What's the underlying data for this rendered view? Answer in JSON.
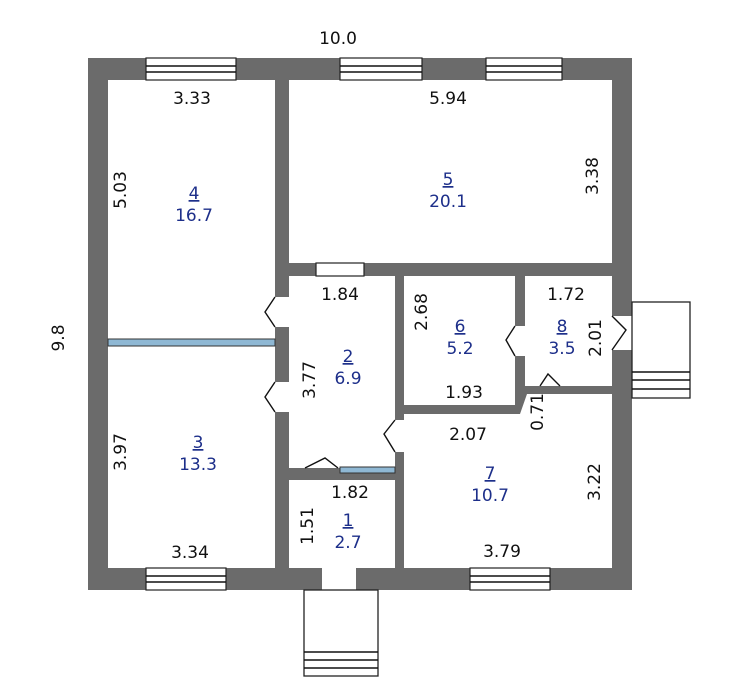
{
  "plan": {
    "overall_width": "10.0",
    "overall_height": "9.8",
    "rooms": [
      {
        "id": "room1",
        "number": "1",
        "area": "2.7",
        "dims": [
          "1.82",
          "1.51"
        ]
      },
      {
        "id": "room2",
        "number": "2",
        "area": "6.9",
        "dims": [
          "1.84",
          "3.77"
        ]
      },
      {
        "id": "room3",
        "number": "3",
        "area": "13.3",
        "dims": [
          "3.97",
          "3.34"
        ]
      },
      {
        "id": "room4",
        "number": "4",
        "area": "16.7",
        "dims": [
          "3.33",
          "5.03"
        ]
      },
      {
        "id": "room5",
        "number": "5",
        "area": "20.1",
        "dims": [
          "5.94",
          "3.38"
        ]
      },
      {
        "id": "room6",
        "number": "6",
        "area": "5.2",
        "dims": [
          "2.68",
          "1.93"
        ]
      },
      {
        "id": "room7",
        "number": "7",
        "area": "10.7",
        "dims": [
          "2.07",
          "3.22",
          "3.79"
        ]
      },
      {
        "id": "room8",
        "number": "8",
        "area": "3.5",
        "dims": [
          "1.72",
          "2.01",
          "0.71"
        ]
      }
    ]
  }
}
